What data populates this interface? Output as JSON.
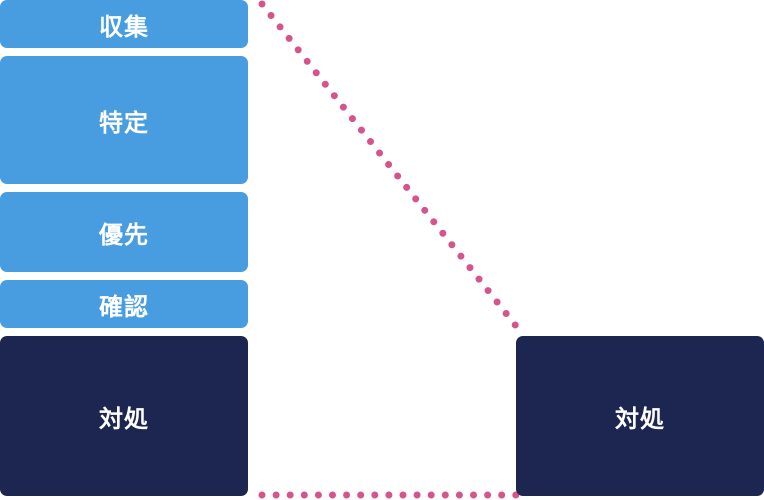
{
  "steps": [
    {
      "label": "収集"
    },
    {
      "label": "特定"
    },
    {
      "label": "優先"
    },
    {
      "label": "確認"
    },
    {
      "label": "対処"
    }
  ],
  "zoom": {
    "label": "対処"
  },
  "colors": {
    "step_light": "#479ddf",
    "step_dark": "#1c2650",
    "connector": "#d4548b"
  }
}
